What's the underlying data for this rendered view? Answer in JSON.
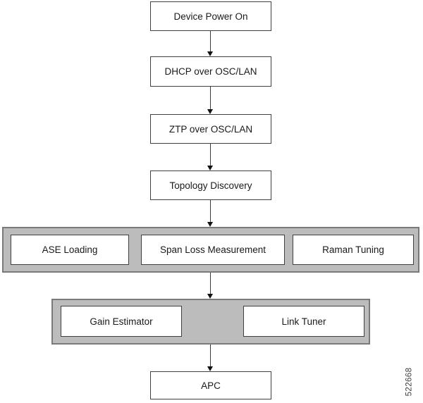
{
  "figure": {
    "figure_id": "522668",
    "colors": {
      "page_bg": "#ffffff",
      "box_fill": "#ffffff",
      "box_border": "#3f3f3f",
      "band_fill": "#bcbcbc",
      "band_border": "#7a7a7a",
      "arrow": "#3a3a3a",
      "arrow_head": "#111111",
      "text": "#1a1a1a",
      "figure_id_color": "#3d3d3d"
    },
    "flow": {
      "boxes": [
        {
          "label": "Device Power On"
        },
        {
          "label": "DHCP over OSC/LAN"
        },
        {
          "label": "ZTP over OSC/LAN"
        },
        {
          "label": "Topology Discovery"
        }
      ]
    },
    "stage_group_1": {
      "boxes": [
        {
          "label": "ASE Loading"
        },
        {
          "label": "Span Loss Measurement"
        },
        {
          "label": "Raman Tuning"
        }
      ]
    },
    "stage_group_2": {
      "boxes": [
        {
          "label": "Gain Estimator"
        },
        {
          "label": "Link Tuner"
        }
      ]
    },
    "final": {
      "label": "APC"
    }
  }
}
